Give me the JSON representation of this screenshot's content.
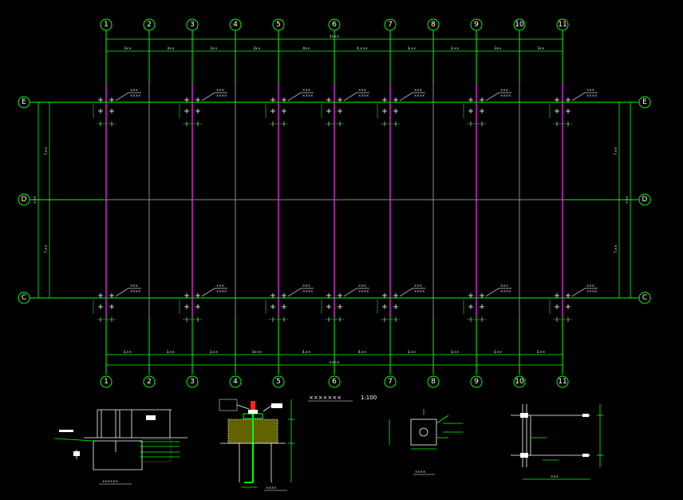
{
  "plan": {
    "axes_x": [
      "1",
      "2",
      "3",
      "4",
      "5",
      "6",
      "7",
      "8",
      "9",
      "10",
      "11"
    ],
    "axes_y": [
      "E",
      "D",
      "C"
    ],
    "top_total": "3×××",
    "top_spans": [
      "3××",
      "3××",
      "3××",
      "3××",
      "4××",
      "4,×××",
      "3,××",
      "3,××",
      "3××",
      "3××"
    ],
    "bottom_total": "××××",
    "bottom_spans": [
      "3,××",
      "3,××",
      "3,××",
      "3×××",
      "4,××",
      "4,××",
      "3,××",
      "3,××",
      "3,××",
      "3,××"
    ],
    "side_total": "×××",
    "side_spans": [
      "7,××",
      "7,××"
    ],
    "anchor_tag": "×××",
    "anchor_elev": "××××",
    "title": "×××××××",
    "scale": "1:100"
  },
  "details": {
    "d1_title": "××××××",
    "d2_title": "××××",
    "d3_title": "××××",
    "d4_dim": "×××"
  }
}
